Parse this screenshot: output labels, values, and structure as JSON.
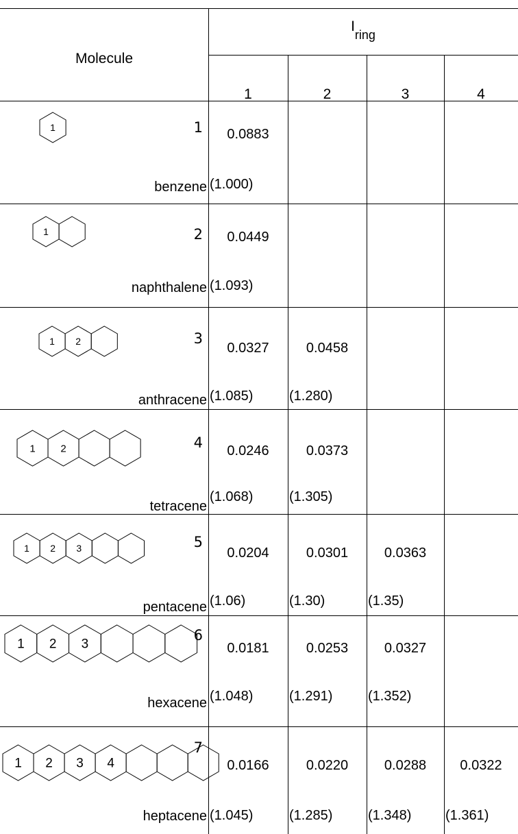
{
  "header": {
    "molecule": "Molecule",
    "iring_main": "I",
    "iring_sub": "ring",
    "columns": [
      "1",
      "2",
      "3",
      "4"
    ]
  },
  "rows": [
    {
      "number": "1",
      "name": "benzene",
      "ring_labels": [
        "1"
      ],
      "ring_count": 1,
      "cells": [
        {
          "value": "0.0883",
          "ratio": "(1.000)"
        }
      ]
    },
    {
      "number": "2",
      "name": "naphthalene",
      "ring_labels": [
        "1"
      ],
      "ring_count": 2,
      "cells": [
        {
          "value": "0.0449",
          "ratio": "(1.093)"
        }
      ]
    },
    {
      "number": "3",
      "name": "anthracene",
      "ring_labels": [
        "1",
        "2"
      ],
      "ring_count": 3,
      "cells": [
        {
          "value": "0.0327",
          "ratio": "(1.085)"
        },
        {
          "value": "0.0458",
          "ratio": "(1.280)"
        }
      ]
    },
    {
      "number": "4",
      "name": "tetracene",
      "ring_labels": [
        "1",
        "2"
      ],
      "ring_count": 4,
      "cells": [
        {
          "value": "0.0246",
          "ratio": "(1.068)"
        },
        {
          "value": "0.0373",
          "ratio": "(1.305)"
        }
      ]
    },
    {
      "number": "5",
      "name": "pentacene",
      "ring_labels": [
        "1",
        "2",
        "3"
      ],
      "ring_count": 5,
      "cells": [
        {
          "value": "0.0204",
          "ratio": "(1.06)"
        },
        {
          "value": "0.0301",
          "ratio": "(1.30)"
        },
        {
          "value": "0.0363",
          "ratio": "(1.35)"
        }
      ]
    },
    {
      "number": "6",
      "name": "hexacene",
      "ring_labels": [
        "1",
        "2",
        "3"
      ],
      "ring_count": 6,
      "cells": [
        {
          "value": "0.0181",
          "ratio": "(1.048)"
        },
        {
          "value": "0.0253",
          "ratio": "(1.291)"
        },
        {
          "value": "0.0327",
          "ratio": "(1.352)"
        }
      ]
    },
    {
      "number": "7",
      "name": "heptacene",
      "ring_labels": [
        "1",
        "2",
        "3",
        "4"
      ],
      "ring_count": 7,
      "cells": [
        {
          "value": "0.0166",
          "ratio": "(1.045)"
        },
        {
          "value": "0.0220",
          "ratio": "(1.285)"
        },
        {
          "value": "0.0288",
          "ratio": "(1.348)"
        },
        {
          "value": "0.0322",
          "ratio": "(1.361)"
        }
      ]
    }
  ]
}
